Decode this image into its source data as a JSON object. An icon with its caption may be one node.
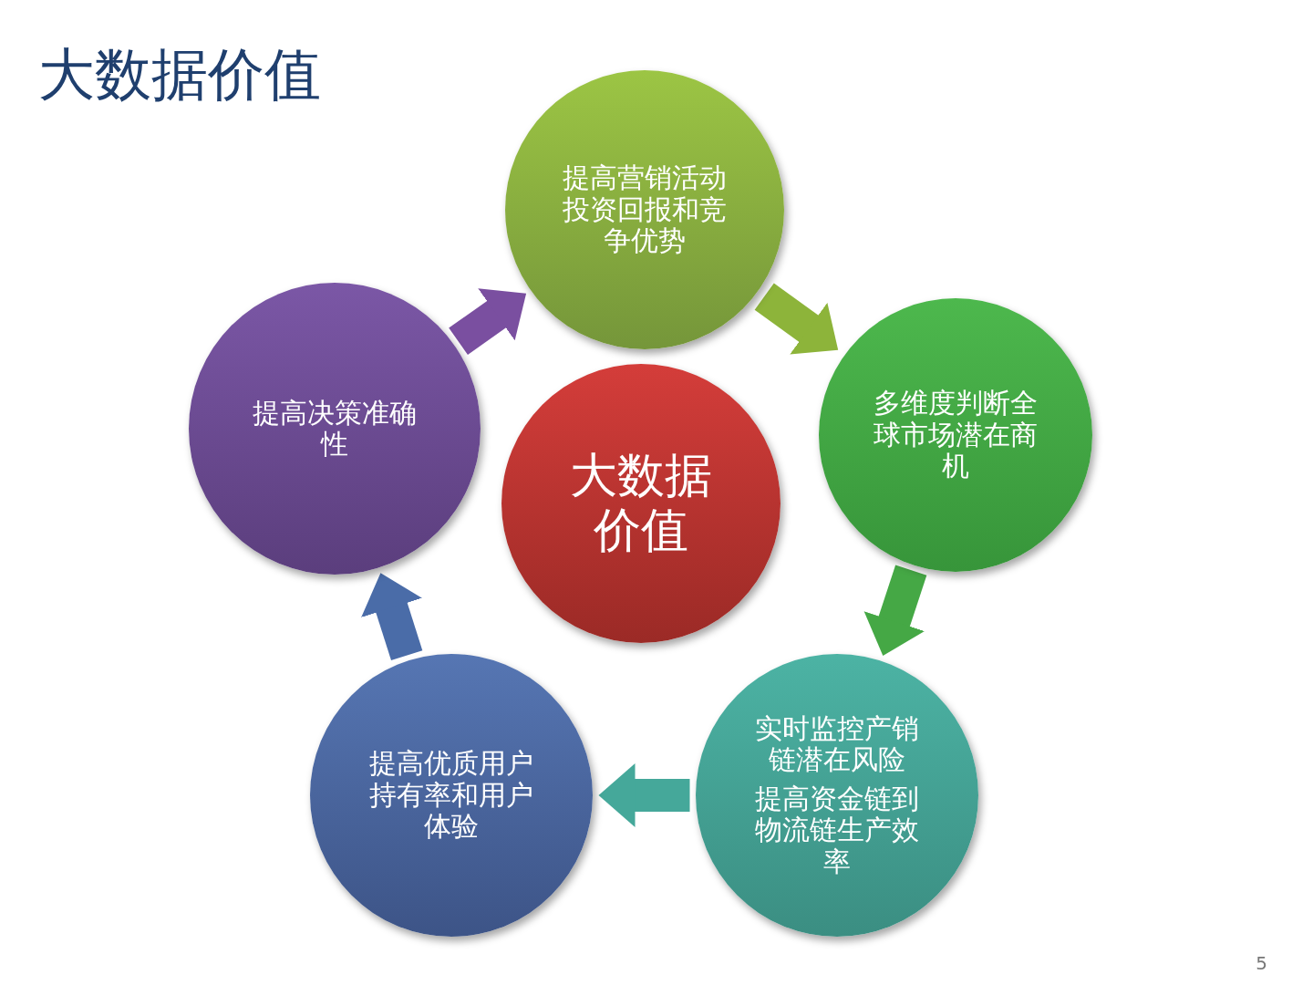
{
  "diagram": {
    "title": "大数据价值",
    "nodes": [
      {
        "text": [
          "大数据价值"
        ]
      },
      {
        "text": [
          "提高营销活动投资回报和竞争优势"
        ]
      },
      {
        "text": [
          "多维度判断全球市场潜在商机"
        ]
      },
      {
        "text": [
          "实时监控产销链潜在风险",
          "提高资金链到物流链生产效率"
        ]
      },
      {
        "text": [
          "提高优质用户持有率和用户体验"
        ]
      },
      {
        "text": [
          "提高决策准确性"
        ]
      }
    ],
    "edges": [
      {
        "from": 1,
        "to": 2,
        "arrow": "to",
        "color": "#8db43a"
      },
      {
        "from": 2,
        "to": 3,
        "arrow": "to",
        "color": "#45a845"
      },
      {
        "from": 3,
        "to": 4,
        "arrow": "to",
        "color": "#45a89a"
      },
      {
        "from": 4,
        "to": 5,
        "arrow": "to",
        "color": "#4a6ca8"
      },
      {
        "from": 5,
        "to": 1,
        "arrow": "to",
        "color": "#7a4fa0"
      }
    ],
    "labels": [
      "5"
    ]
  }
}
